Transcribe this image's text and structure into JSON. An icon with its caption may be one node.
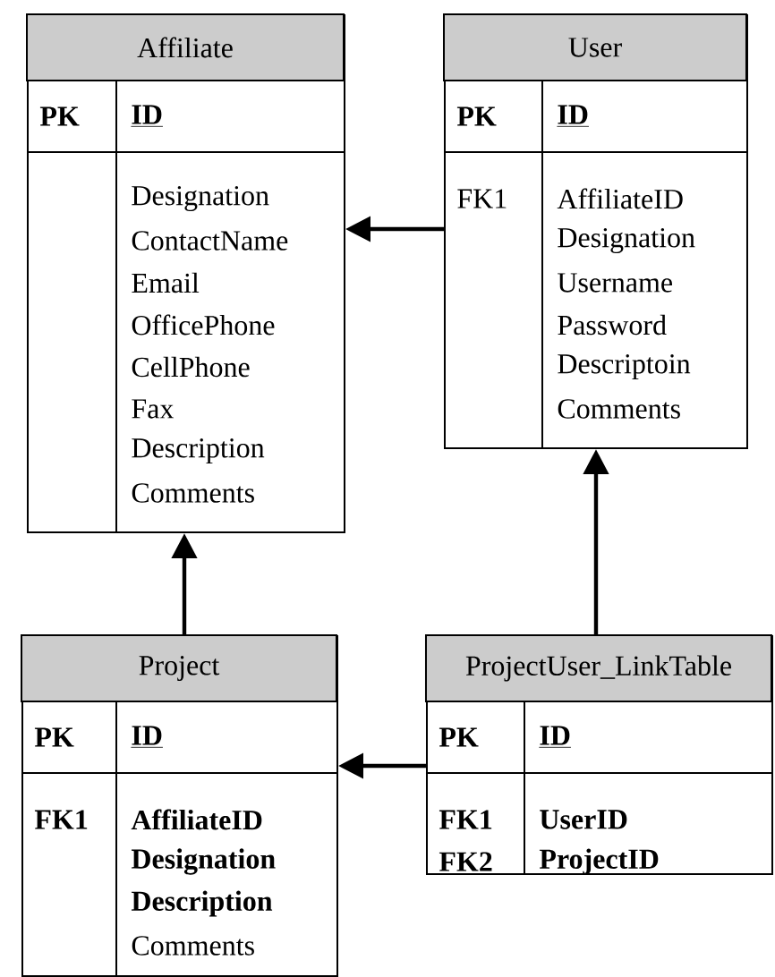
{
  "diagram": {
    "nodes": [
      {
        "text": [
          "Affiliate",
          "PK",
          "ID",
          "Designation",
          "ContactName",
          "Email",
          "OfficePhone",
          "CellPhone",
          "Fax",
          "Description",
          "Comments"
        ]
      },
      {
        "text": [
          "User",
          "PK",
          "ID",
          "FK1",
          "AffiliateID",
          "Designation",
          "Username",
          "Password",
          "Descriptoin",
          "Comments"
        ]
      },
      {
        "text": [
          "Project",
          "PK",
          "ID",
          "FK1",
          "AffiliateID",
          "Designation",
          "Description",
          "Comments"
        ]
      },
      {
        "text": [
          "ProjectUser_LinkTable",
          "PK",
          "ID",
          "FK1",
          "FK2",
          "UserID",
          "ProjectID"
        ]
      }
    ],
    "edges": [
      {
        "from": 1,
        "to": 0,
        "arrow": "to"
      },
      {
        "from": 2,
        "to": 0,
        "arrow": "to"
      },
      {
        "from": 3,
        "to": 1,
        "arrow": "to"
      },
      {
        "from": 3,
        "to": 2,
        "arrow": "to"
      }
    ]
  }
}
